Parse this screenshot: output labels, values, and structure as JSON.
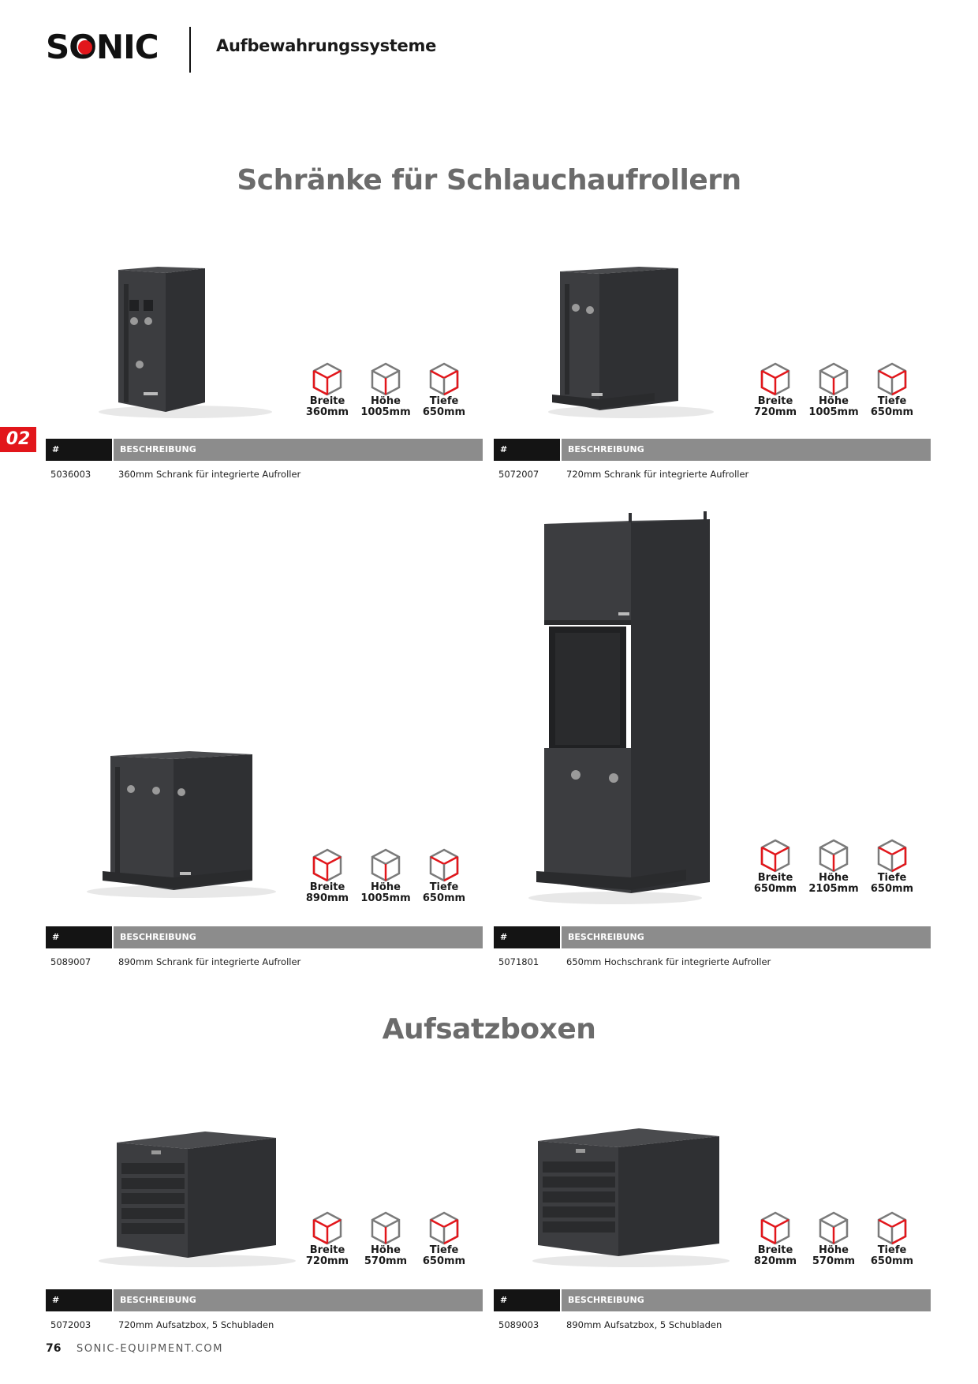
{
  "header": {
    "brand": "SONIC",
    "section": "Aufbewahrungssysteme"
  },
  "chapter_tab": "02",
  "sections": [
    {
      "title": "Schränke für Schlauchaufrollern"
    },
    {
      "title": "Aufsatzboxen"
    }
  ],
  "table_headers": {
    "number": "#",
    "description": "BESCHREIBUNG"
  },
  "dim_labels": {
    "width": "Breite",
    "height": "Höhe",
    "depth": "Tiefe"
  },
  "colors": {
    "accent": "#e2161b",
    "cabinet": "#3c3d40",
    "table_dark": "#141414",
    "table_grey": "#8c8c8c",
    "title_grey": "#6b6b6b"
  },
  "products": [
    {
      "article": "5036003",
      "description": "360mm Schrank für integrierte Aufroller",
      "width": "360mm",
      "height": "1005mm",
      "depth": "650mm"
    },
    {
      "article": "5072007",
      "description": "720mm Schrank für integrierte Aufroller",
      "width": "720mm",
      "height": "1005mm",
      "depth": "650mm"
    },
    {
      "article": "5089007",
      "description": "890mm Schrank für integrierte Aufroller",
      "width": "890mm",
      "height": "1005mm",
      "depth": "650mm"
    },
    {
      "article": "5071801",
      "description": "650mm Hochschrank für integrierte Aufroller",
      "width": "650mm",
      "height": "2105mm",
      "depth": "650mm"
    },
    {
      "article": "5072003",
      "description": "720mm Aufsatzbox, 5 Schubladen",
      "width": "720mm",
      "height": "570mm",
      "depth": "650mm"
    },
    {
      "article": "5089003",
      "description": "890mm Aufsatzbox, 5 Schubladen",
      "width": "820mm",
      "height": "570mm",
      "depth": "650mm"
    }
  ],
  "footer": {
    "page": "76",
    "website": "SONIC-EQUIPMENT.COM"
  }
}
